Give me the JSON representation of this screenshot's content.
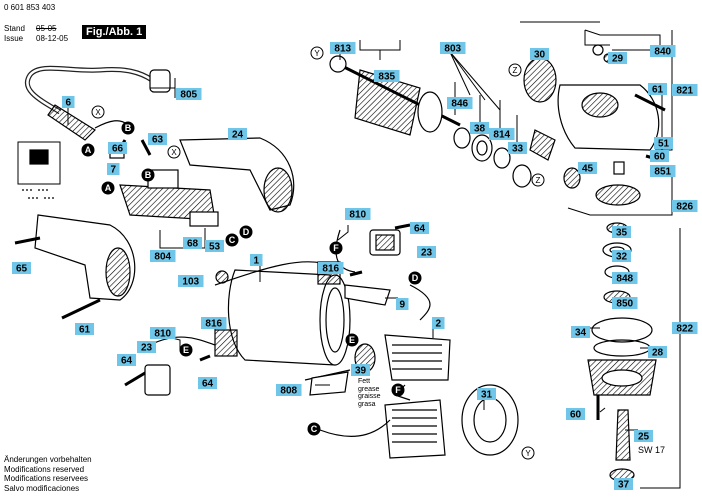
{
  "header": {
    "doc_number": "0 601 853 403",
    "stand_label": "Stand",
    "issue_label": "Issue",
    "stand_value": "05-05",
    "issue_value": "08-12-05",
    "figure_label": "Fig./Abb. 1"
  },
  "notes": [
    "Änderungen vorbehalten",
    "Modifications reserved",
    "Modifications reservees",
    "Salvo modificaciones"
  ],
  "grease_note": [
    "Fett",
    "grease",
    "graisse",
    "grasa"
  ],
  "wrench_note": "SW 17",
  "part_labels": [
    "813",
    "803",
    "835",
    "846",
    "38",
    "814",
    "33",
    "30",
    "840",
    "29",
    "821",
    "61",
    "60",
    "51",
    "851",
    "826",
    "45",
    "805",
    "6",
    "24",
    "66",
    "63",
    "7",
    "68",
    "53",
    "804",
    "810",
    "64",
    "23",
    "65",
    "816",
    "103",
    "1",
    "9",
    "2",
    "39",
    "808",
    "34",
    "35",
    "32",
    "848",
    "850",
    "822",
    "28",
    "60",
    "25",
    "37",
    "31",
    "61",
    "64",
    "810",
    "816",
    "23",
    "64"
  ],
  "connector_letters": [
    "Y",
    "X",
    "B",
    "A",
    "B",
    "A",
    "X",
    "C",
    "D",
    "F",
    "D",
    "E",
    "E",
    "F",
    "C",
    "Y",
    "Z",
    "Z"
  ],
  "colors": {
    "label_fill": "#6fc6e8",
    "ink": "#000000"
  }
}
